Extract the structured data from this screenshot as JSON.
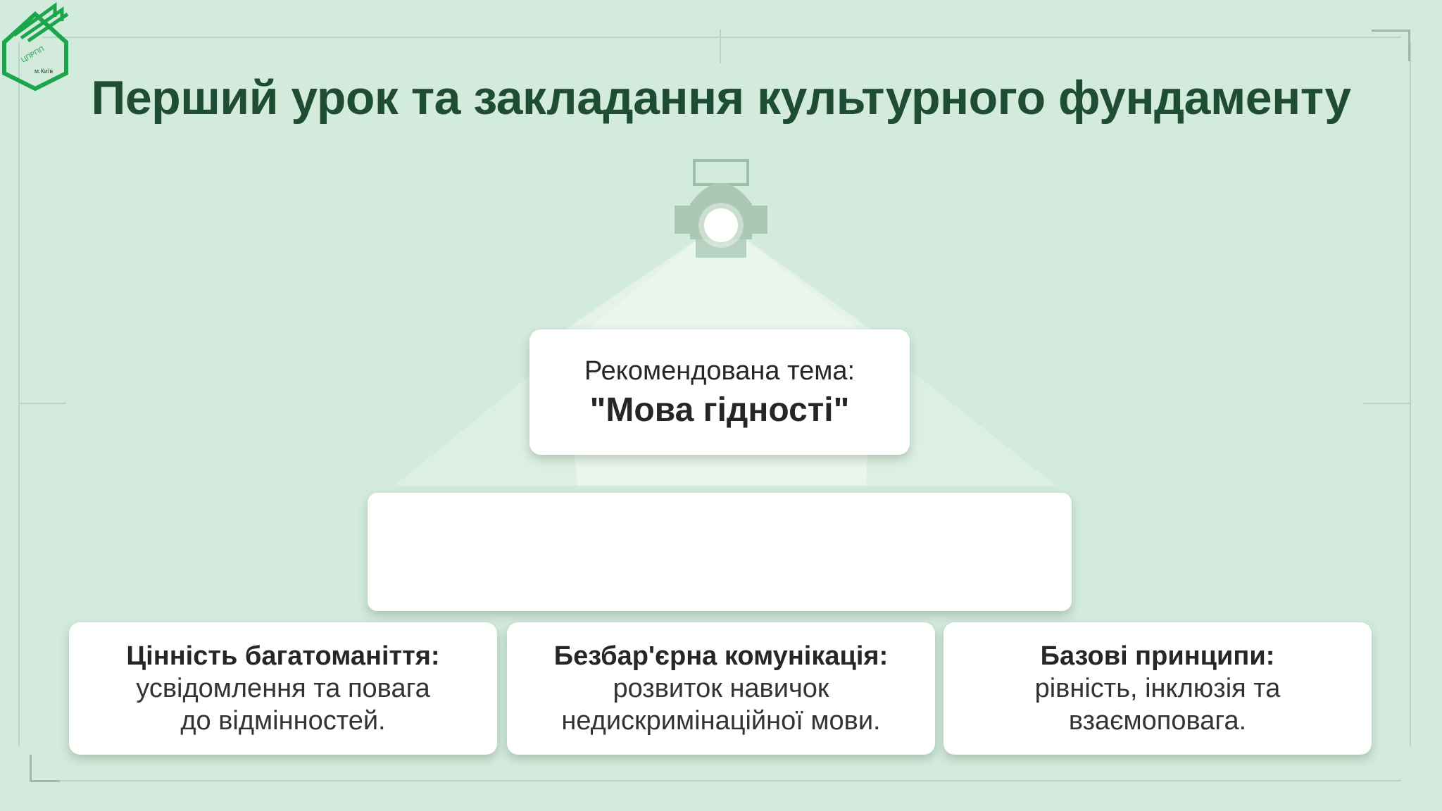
{
  "title": "Перший урок та закладання культурного фундаменту",
  "logo": {
    "text": "ЦПРПП",
    "city": "м.Київ"
  },
  "topic": {
    "label": "Рекомендована тема:",
    "value": "\"Мова гідності\""
  },
  "middle_block": {
    "text": ""
  },
  "pillars": [
    {
      "heading": "Цінність багатоманіття:",
      "line1": "усвідомлення та повага",
      "line2": "до відмінностей."
    },
    {
      "heading": "Безбар'єрна комунікація:",
      "line1": "розвиток навичок",
      "line2": "недискримінаційної мови."
    },
    {
      "heading": "Базові принципи:",
      "line1": "рівність, інклюзія та",
      "line2": "взаємоповага."
    }
  ],
  "colors": {
    "background": "#d3ebdc",
    "title": "#1f4d33",
    "logo": "#1aa64a",
    "card": "#ffffff"
  }
}
